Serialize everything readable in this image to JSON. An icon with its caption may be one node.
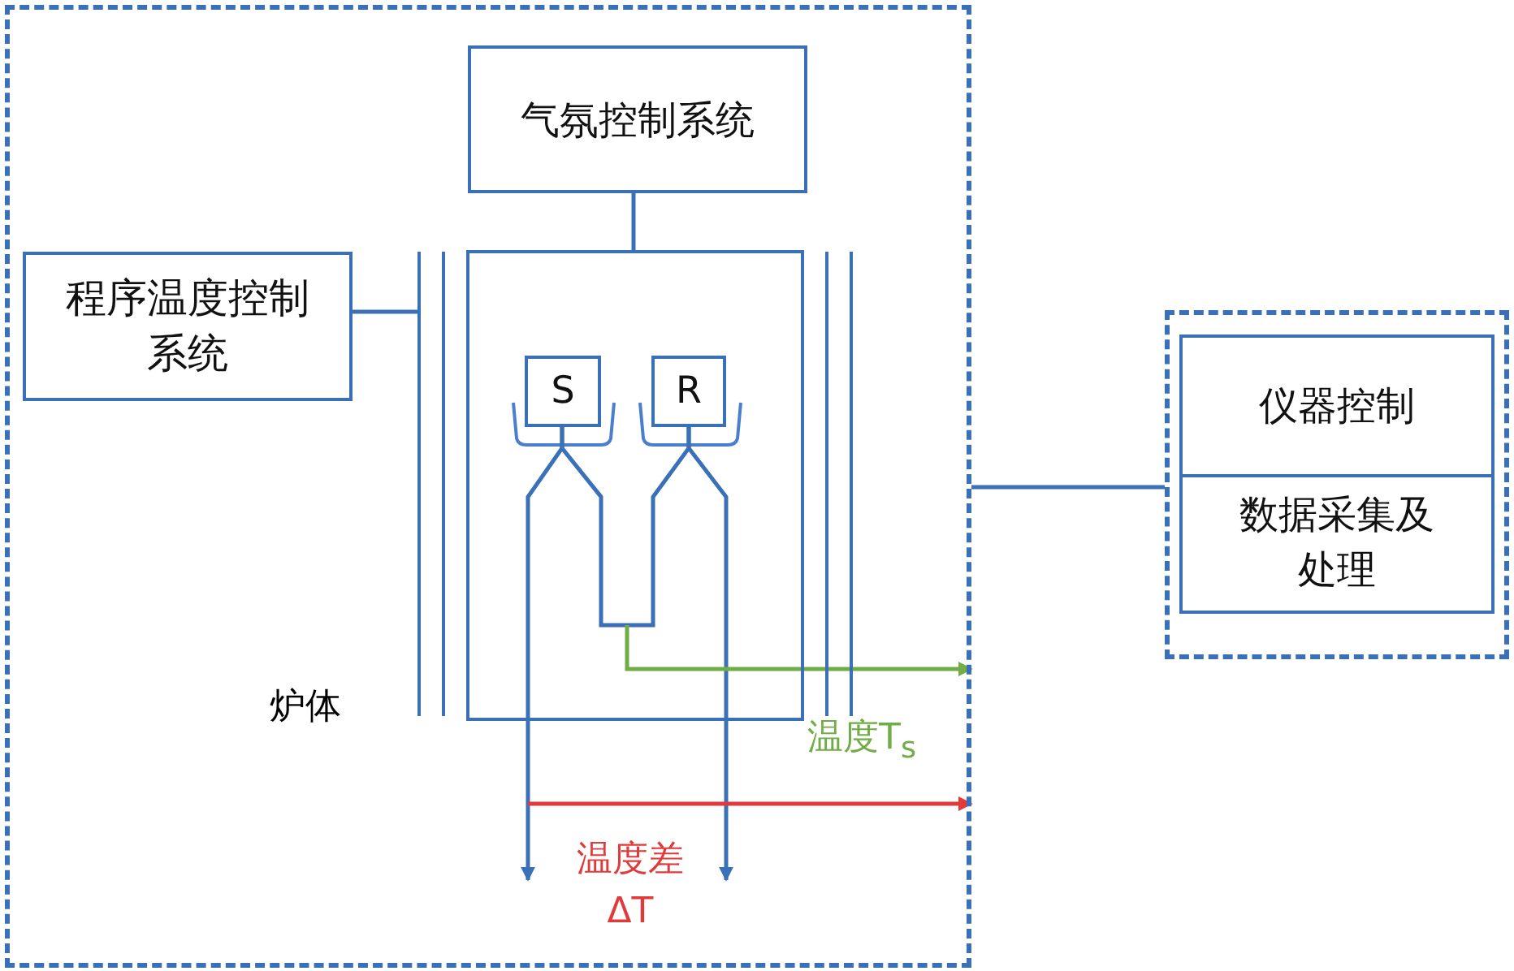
{
  "diagram": {
    "nodes": [
      {
        "text": [],
        "shape": "box"
      },
      {
        "text": [
          "气氛控制系统"
        ],
        "in": 0
      },
      {
        "text": [
          "程序温度控制系统"
        ],
        "in": 0
      },
      {
        "text": [],
        "shape": "bar",
        "in": 0
      },
      {
        "text": [],
        "shape": "box",
        "in": 0
      },
      {
        "text": [
          "S"
        ],
        "in": 4
      },
      {
        "text": [
          "R"
        ],
        "in": 4
      },
      {
        "text": [],
        "shape": "bar",
        "in": 0
      },
      {
        "text": [],
        "shape": "box"
      },
      {
        "text": [
          "仪器控制"
        ],
        "in": 8
      },
      {
        "text": [
          "数据采集及处理"
        ],
        "in": 8
      }
    ],
    "edges": [
      {
        "from": 1,
        "to": 4,
        "arrow": "none"
      },
      {
        "from": 2,
        "to": 3,
        "arrow": "none"
      },
      {
        "from": 5,
        "to": null,
        "arrow": "to"
      },
      {
        "from": 6,
        "to": null,
        "arrow": "to"
      },
      {
        "from": 5,
        "to": 6,
        "arrow": "none"
      },
      {
        "from": null,
        "to": 0,
        "arrow": "to",
        "color": "#70ad47",
        "label": "温度T$_{s}$"
      },
      {
        "from": null,
        "to": 0,
        "arrow": "to",
        "color": "#e03a3a",
        "label": "温度差 ΔT"
      },
      {
        "from": 0,
        "to": 8,
        "arrow": "none"
      }
    ],
    "labels": [
      "炉体"
    ]
  }
}
